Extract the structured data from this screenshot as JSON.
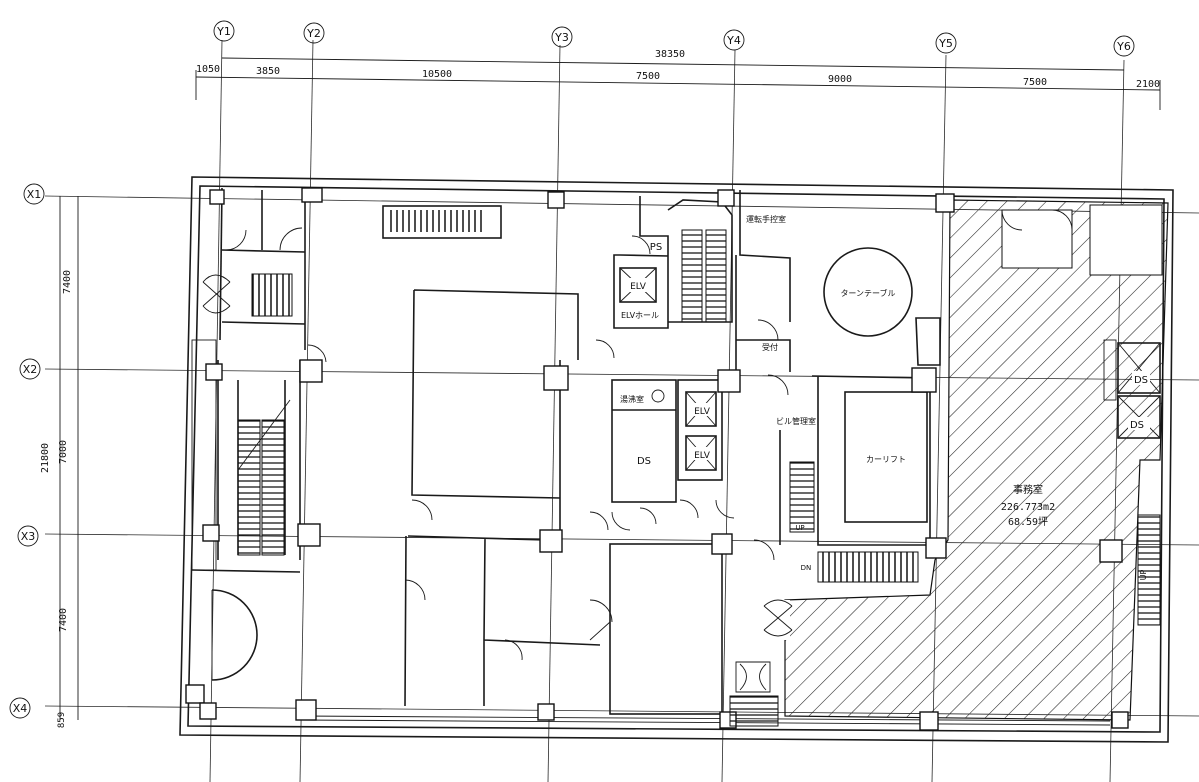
{
  "axes": {
    "y": [
      "Y1",
      "Y2",
      "Y3",
      "Y4",
      "Y5",
      "Y6"
    ],
    "x": [
      "X1",
      "X2",
      "X3",
      "X4"
    ]
  },
  "dimensions": {
    "top_total": "38350",
    "top_spans": [
      "1050",
      "3850",
      "10500",
      "7500",
      "9000",
      "7500",
      "2100"
    ],
    "left_total": "21800",
    "left_spans": [
      "7400",
      "7000",
      "7400",
      "859"
    ]
  },
  "rooms": {
    "ps": "PS",
    "elv_hall": "ELVホール",
    "elv_upper": "ELV",
    "elv_a": "ELV",
    "elv_b": "ELV",
    "ds_center": "DS",
    "ds_right_a": "DS",
    "ds_right_b": "DS",
    "drivers_room": "運転手控室",
    "turntable": "ターンテーブル",
    "reception": "受付",
    "security_room": "ビル管理室",
    "car_lift": "カーリフト",
    "shower": "湯沸室",
    "office_name": "事務室",
    "office_area_m2": "226.773m2",
    "office_area_tsubo": "68.59坪",
    "up_a": "UP",
    "dn_a": "DN",
    "up_b": "UP"
  }
}
